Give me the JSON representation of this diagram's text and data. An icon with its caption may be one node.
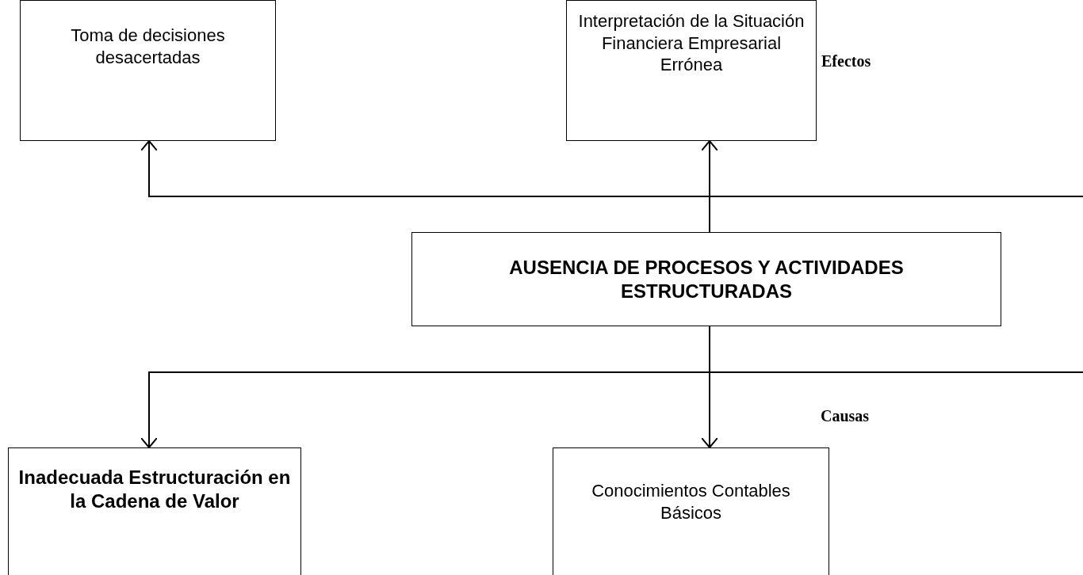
{
  "diagram": {
    "nodes": [
      {
        "text": [
          "Toma de decisiones desacertadas"
        ]
      },
      {
        "text": [
          "Interpretación de la Situación Financiera Empresarial Errónea"
        ]
      },
      {
        "text": [
          "AUSENCIA DE PROCESOS Y ACTIVIDADES ESTRUCTURADAS"
        ]
      },
      {
        "text": [
          "Inadecuada Estructuración en la Cadena de Valor"
        ]
      },
      {
        "text": [
          "Conocimientos Contables Básicos"
        ]
      }
    ],
    "edges": [
      {
        "from": 2,
        "to": 0,
        "arrow": "to"
      },
      {
        "from": 2,
        "to": 1,
        "arrow": "to"
      },
      {
        "from": 2,
        "to": null,
        "arrow": "none"
      },
      {
        "from": 2,
        "to": 3,
        "arrow": "to"
      },
      {
        "from": 2,
        "to": 4,
        "arrow": "to"
      },
      {
        "from": 2,
        "to": null,
        "arrow": "none"
      }
    ],
    "labels": [
      "Efectos",
      "Causas"
    ]
  }
}
